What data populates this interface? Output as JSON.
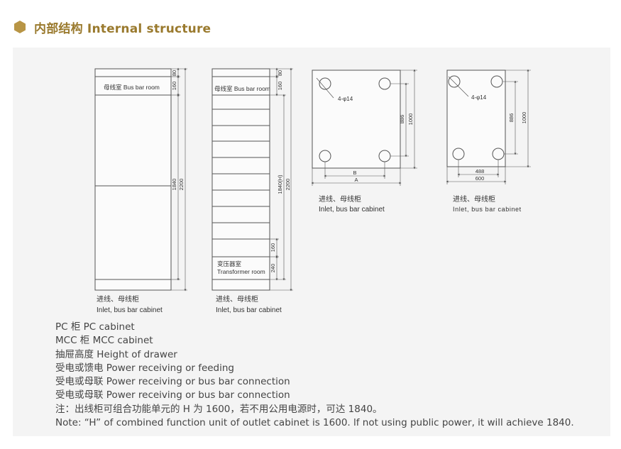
{
  "header": {
    "title": "内部结构 Internal structure",
    "accent": "#9a7a2e"
  },
  "cab1": {
    "room_label": "母线室 Bus bar room",
    "dims": {
      "d80": "80",
      "d160": "160",
      "d1840": "1840",
      "d2200": "2200"
    },
    "caption_cn": "进线、母线柜",
    "caption_en": "Inlet, bus bar cabinet"
  },
  "cab2": {
    "room_label": "母线室 Bus bar room",
    "transformer_cn": "变压器室",
    "transformer_en": "Transformer room",
    "dims": {
      "d80": "80",
      "d160": "160",
      "d1840h": "1840(H)",
      "d2200": "2200",
      "d160b": "160",
      "d240": "240"
    },
    "caption_cn": "进线、母线柜",
    "caption_en": "Inlet, bus bar cabinet"
  },
  "plan1": {
    "hole_label": "4-φ14",
    "dims": {
      "b": "B",
      "a": "A",
      "d886": "886",
      "d1000": "1000"
    },
    "caption_cn": "进线、母线柜",
    "caption_en": "Inlet, bus bar cabinet"
  },
  "plan2": {
    "hole_label": "4-φ14",
    "dims": {
      "d488": "488",
      "d600": "600",
      "d886": "886",
      "d1000": "1000"
    },
    "caption_cn": "进线、母线柜",
    "caption_en": "Inlet, bus bar cabinet"
  },
  "legend": [
    "PC 柜  PC cabinet",
    "MCC 柜 MCC cabinet",
    "抽屉高度 Height of drawer",
    "受电或馈电 Power receiving or feeding",
    "受电或母联 Power receiving or bus bar connection",
    "受电或母联 Power receiving or bus bar connection",
    "注：出线柜可组合功能单元的 H 为 1600，若不用公用电源时，可达 1840。",
    "Note:  “H”  of combined function unit of outlet cabinet is  1600.  lf not using public power,  it will achieve 1840."
  ]
}
